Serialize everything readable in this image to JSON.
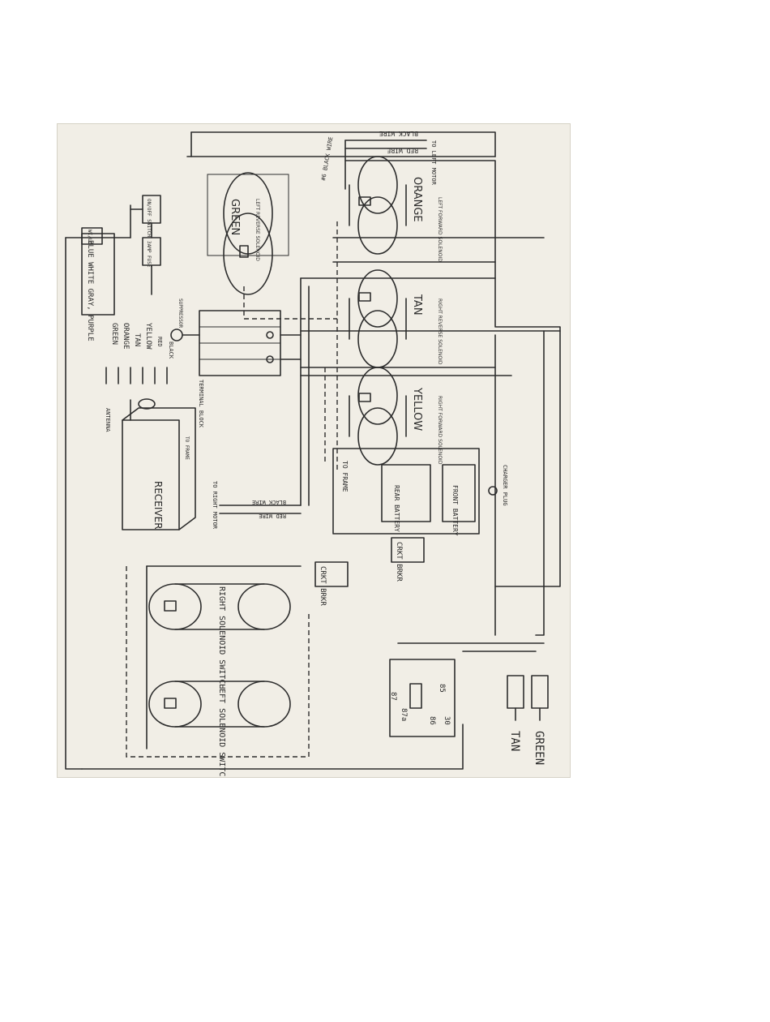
{
  "labels": {
    "receiver": "RECEIVER",
    "antenna": "ANTENNA",
    "wire_colors_1": [
      "GREEN",
      "ORANGE",
      "TAN",
      "YELLOW",
      "RED",
      "BLACK"
    ],
    "wire_colors_2": "BLUE WHITE GRAY, PURPLE",
    "wire_colors_2_tag": "WI/LO",
    "suppressor": "SUPPRESSOR",
    "terminal_block": "TERMINAL BLOCK",
    "to_frame_left": "TO FRAME",
    "to_right_motor": "TO RIGHT MOTOR",
    "black_wire_bottom": "BLACK WIRE",
    "red_wire_bottom": "RED WIRE",
    "black_wire_top": "BLACK WIRE",
    "red_wire_top": "RED WIRE",
    "to_left_motor": "TO LEFT MOTOR",
    "black_wire_mid": "#6 BLACK WIRE",
    "fuse": "3AMP FUSE",
    "onoff_switch": "ON/OFF SWITCH",
    "to_frame_right": "TO FRAME",
    "rear_battery": "REAR BATTERY",
    "front_battery": "FRONT BATTERY",
    "charger_plug": "CHARGER PLUG",
    "crkt_brkr_1": "CRKT BRKR",
    "crkt_brkr_2": "CRKT BRKR",
    "right_solenoid_switch": "RIGHT SOLENOID SWITCH",
    "left_solenoid_switch": "LEFT SOLENOID SWITCH",
    "relay_terminals": [
      "87",
      "87a",
      "85",
      "86",
      "30"
    ],
    "legend_tan": "TAN",
    "legend_green": "GREEN"
  },
  "solenoids": [
    {
      "color_name": "GREEN",
      "sub": "LEFT REVERSE SOLENOID"
    },
    {
      "color_name": "ORANGE",
      "sub": "LEFT FORWARD SOLENOID"
    },
    {
      "color_name": "TAN",
      "sub": "RIGHT REVERSE SOLENOID"
    },
    {
      "color_name": "YELLOW",
      "sub": "RIGHT FORWARD SOLENOID"
    }
  ]
}
